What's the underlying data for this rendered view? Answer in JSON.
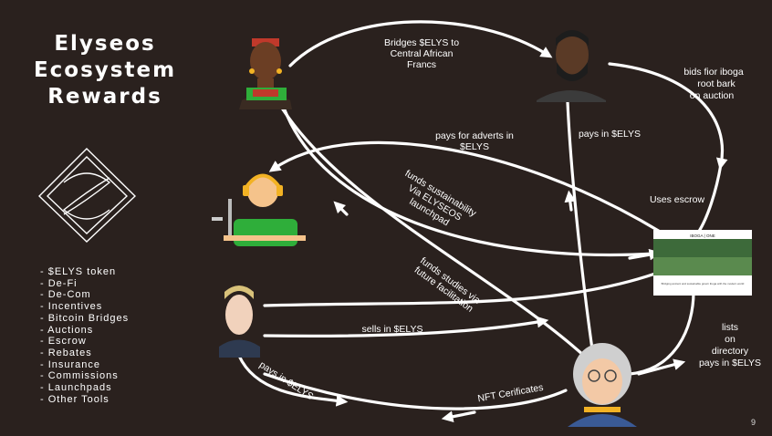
{
  "title": {
    "lines": [
      "Elyseos",
      "Ecosystem",
      "Rewards"
    ]
  },
  "features": [
    "- $ELYS token",
    "- De-Fi",
    "- De-Com",
    "- Incentives",
    "- Bitcoin Bridges",
    "- Auctions",
    "- Escrow",
    "- Rebates",
    "- Insurance",
    "- Commissions",
    "- Launchpads",
    "- Other Tools"
  ],
  "edges": {
    "bridges": [
      "Bridges $ELYS to",
      "Central African",
      "Francs"
    ],
    "bids": [
      "bids fior iboga",
      "root bark",
      "on auction"
    ],
    "pays_adverts": [
      "pays for adverts in",
      "$ELYS"
    ],
    "pays_elys_top": "pays in $ELYS",
    "uses_escrow": "Uses escrow",
    "funds_sustainability": [
      "funds sustainability",
      "Via ELYSEOS",
      "launchpad"
    ],
    "funds_studies": [
      "funds studies via",
      "future facilitation"
    ],
    "sells": "sells in $ELYS",
    "lists": [
      "lists",
      "on",
      "directory",
      "pays in $ELYS"
    ],
    "pays_elys_bottom": "pays in $ELYS",
    "nft": "NFT Cerificates"
  },
  "website_card": {
    "logo": "IBOGA | ONE",
    "caption": "Bridging ancient and sustainable grown iboga with the modern world"
  },
  "page_number": "9",
  "colors": {
    "background": "#2a211e",
    "lines": "#ffffff",
    "accent_green": "#2fae3a",
    "accent_red": "#c0392b",
    "headset": "#f2b224"
  }
}
